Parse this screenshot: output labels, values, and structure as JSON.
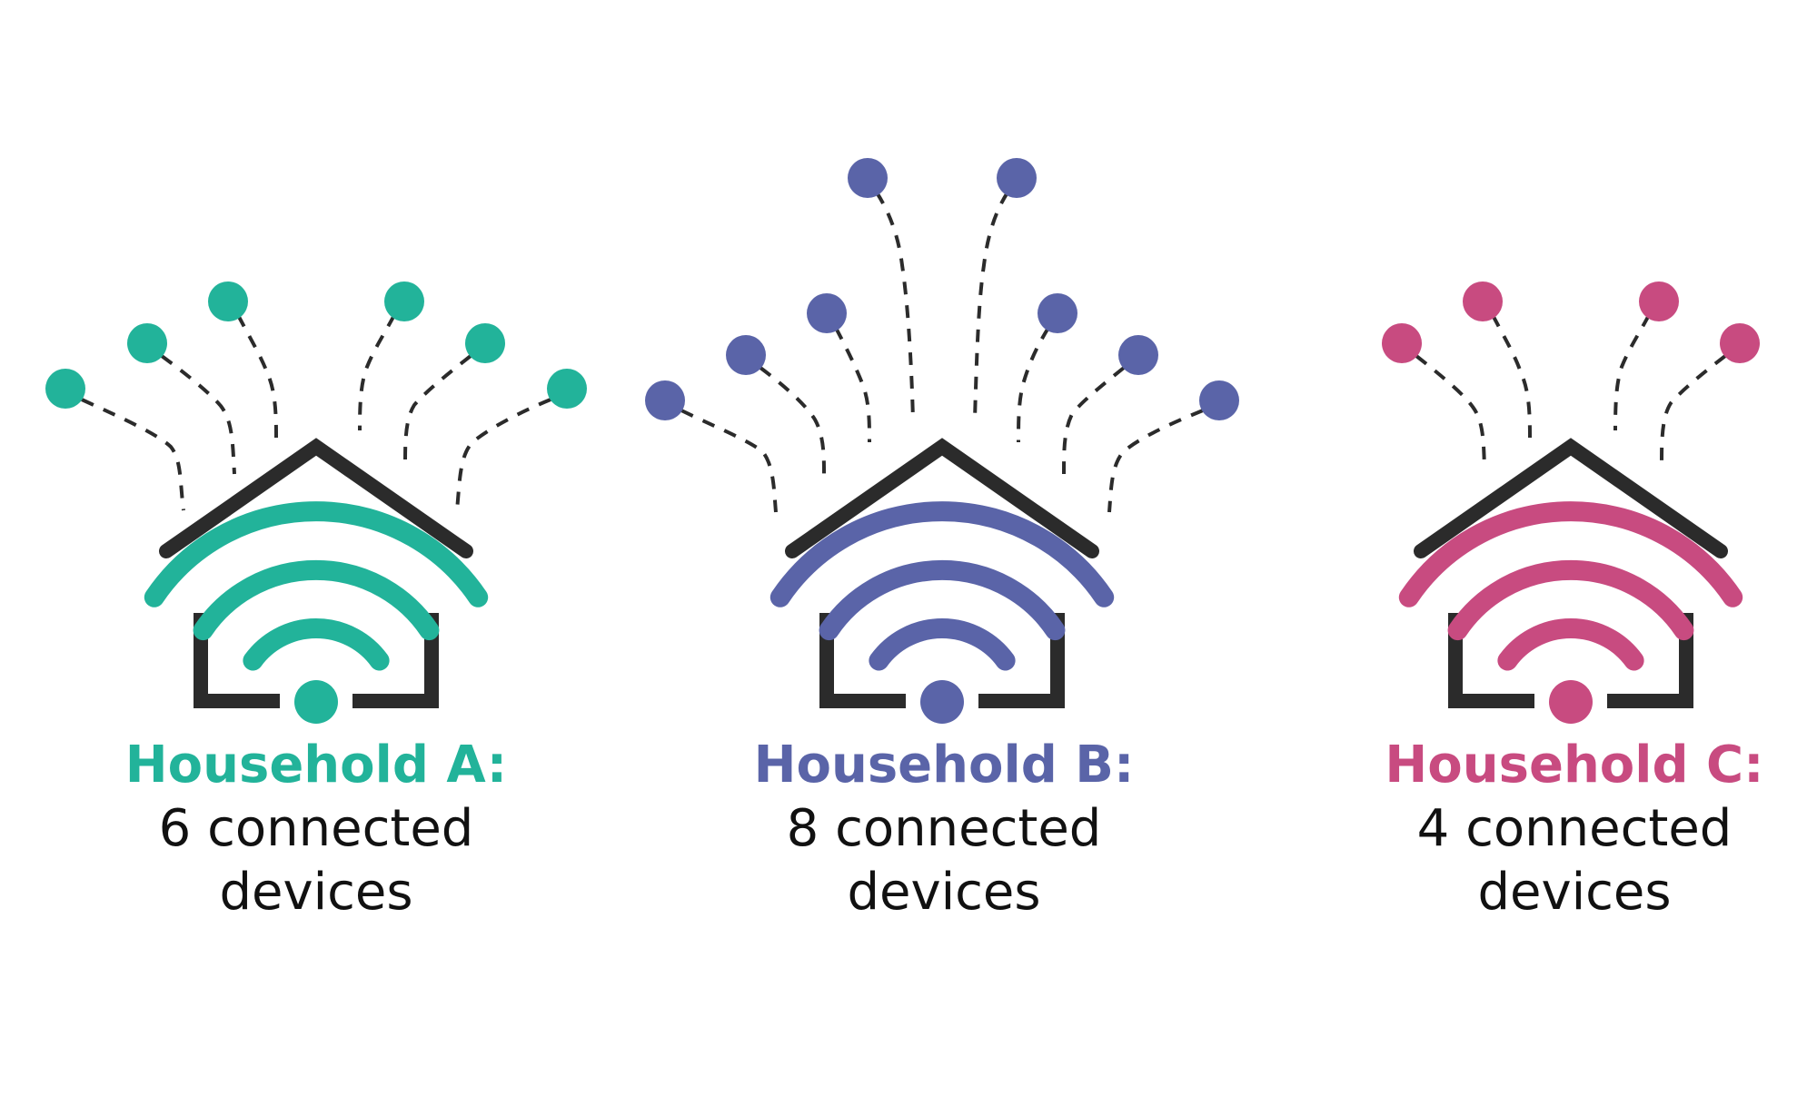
{
  "colors": {
    "house": "#2b2b2b",
    "dash": "#2b2b2b",
    "household_a": "#22b39a",
    "household_b": "#5a64a8",
    "household_c": "#c84b80"
  },
  "households": [
    {
      "id": "a",
      "title": "Household A:",
      "count_line": "6 connected",
      "devices_line": "devices",
      "device_count": 6,
      "color": "#22b39a"
    },
    {
      "id": "b",
      "title": "Household B:",
      "count_line": "8 connected",
      "devices_line": "devices",
      "device_count": 8,
      "color": "#5a64a8"
    },
    {
      "id": "c",
      "title": "Household C:",
      "count_line": "4 connected",
      "devices_line": "devices",
      "device_count": 4,
      "color": "#c84b80"
    }
  ],
  "icons": {
    "house": "house-icon",
    "wifi": "wifi-icon",
    "device": "device-dot-icon"
  }
}
